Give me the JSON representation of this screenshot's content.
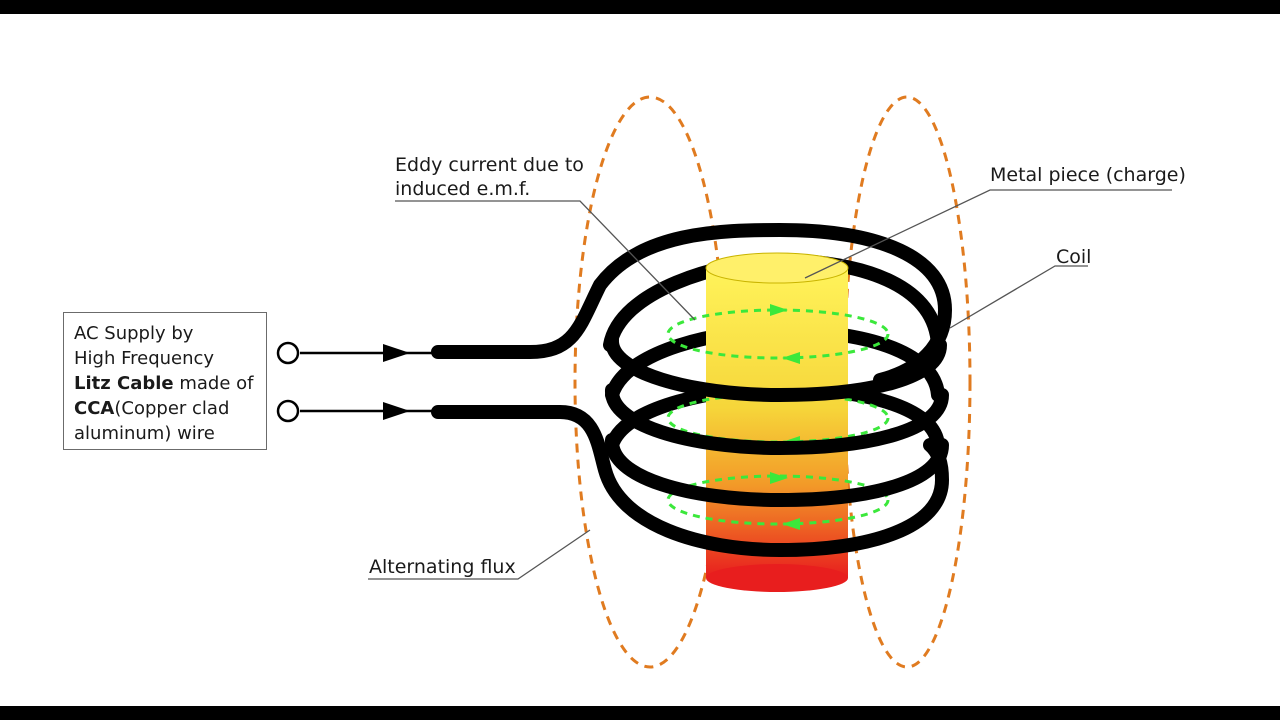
{
  "labels": {
    "eddy_line1": "Eddy current due to",
    "eddy_line2": "induced e.m.f.",
    "metal_piece": "Metal piece (charge)",
    "coil": "Coil",
    "alternating_flux": "Alternating flux"
  },
  "supply_box": {
    "line1": "AC Supply by",
    "line2": "High Frequency",
    "litz_bold": "Litz Cable",
    "litz_rest": " made of",
    "cca_bold": "CCA",
    "cca_rest": "(Copper clad",
    "line5": "aluminum) wire"
  },
  "colors": {
    "flux": "#E07B20",
    "eddy": "#3BE83B",
    "coil": "#000000",
    "metal_top": "#FFF176",
    "metal_bottom": "#E81E1E"
  }
}
